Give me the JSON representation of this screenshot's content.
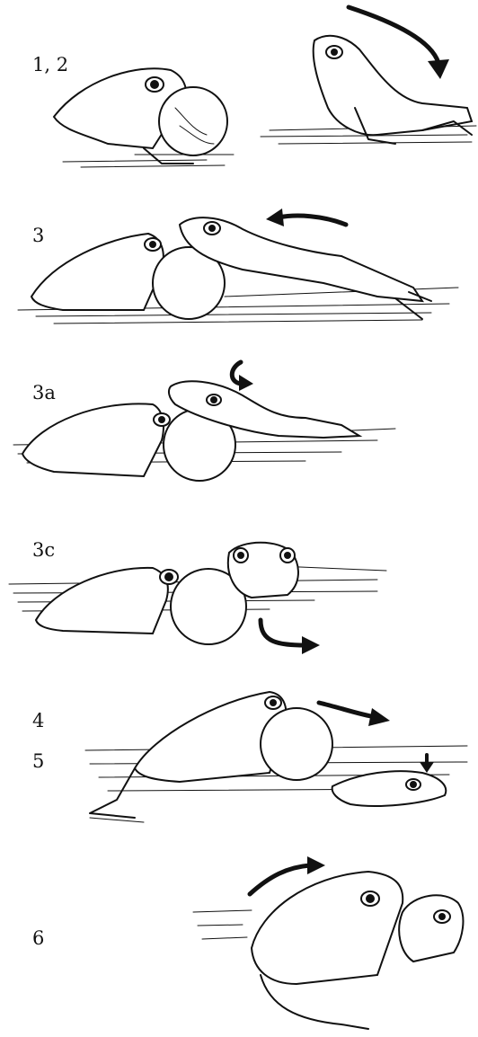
{
  "panels": [
    {
      "label": "1, 2"
    },
    {
      "label": "3"
    },
    {
      "label": "3a"
    },
    {
      "label": "3c"
    },
    {
      "label": "4"
    },
    {
      "label": "5"
    },
    {
      "label": "6"
    }
  ],
  "colors": {
    "ink": "#111111",
    "paper": "#ffffff"
  }
}
